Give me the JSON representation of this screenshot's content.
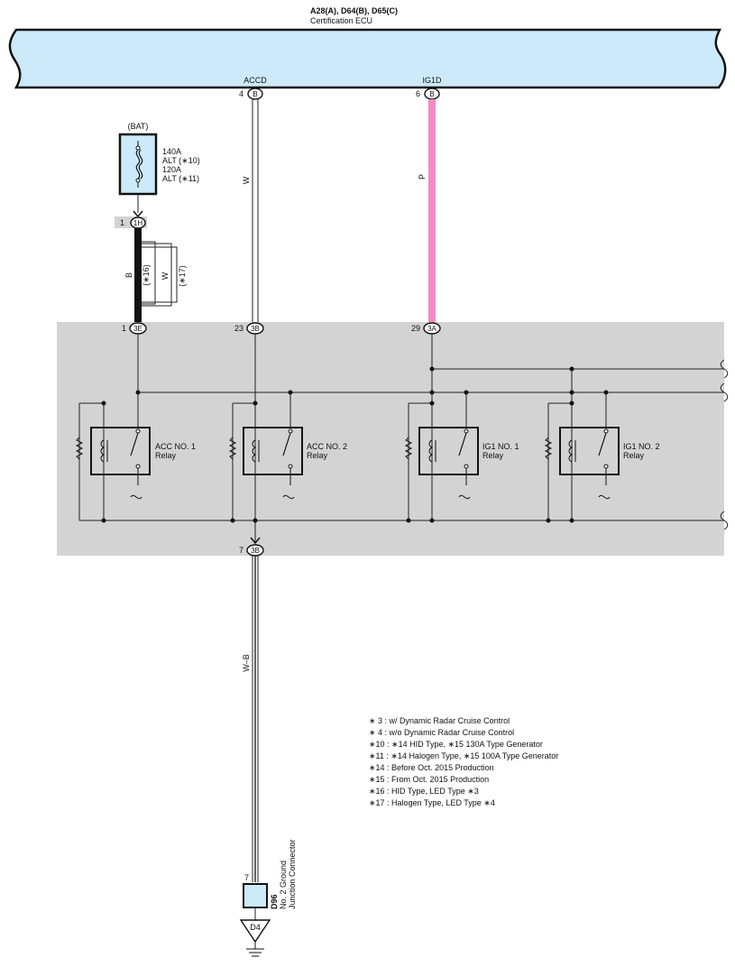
{
  "header": {
    "connectors": "A28(A), D64(B), D65(C)",
    "component": "Certification ECU"
  },
  "terminals": {
    "accd": "ACCD",
    "ig1d": "IG1D"
  },
  "colors": {
    "ecu_fill": "#cdeafb",
    "junction_block": "#d3d3d3",
    "pink_wire": "#f38bc4",
    "black_wire": "#111111",
    "fuse_fill": "#cdeafb"
  },
  "fuse": {
    "source": "(BAT)",
    "line1": "140A",
    "line2": "ALT (∗10)",
    "line3": "120A",
    "line4": "ALT (∗11)"
  },
  "pins": {
    "ecu_accd_num": "4",
    "ecu_accd_conn": "B",
    "ecu_ig1d_num": "6",
    "ecu_ig1d_conn": "B",
    "fuse_out_num": "1",
    "fuse_out_conn": "1H",
    "jb_3e_num": "1",
    "jb_3e_conn": "3E",
    "jb_3b_num": "23",
    "jb_3b_conn": "3B",
    "jb_3a_num": "29",
    "jb_3a_conn": "3A",
    "jb_out_num": "7",
    "jb_out_conn": "3B",
    "junction_num": "7"
  },
  "wires": {
    "accd_color": "W",
    "ig1d_color": "P",
    "bat_color": "B",
    "bat_note_16": "(∗16)",
    "alt_color": "W",
    "alt_note_17": "(∗17)",
    "ground_color": "W–B"
  },
  "relays": [
    {
      "name": "ACC NO. 1",
      "type": "Relay"
    },
    {
      "name": "ACC NO. 2",
      "type": "Relay"
    },
    {
      "name": "IG1 NO. 1",
      "type": "Relay"
    },
    {
      "name": "IG1 NO. 2",
      "type": "Relay"
    }
  ],
  "ground_junction": {
    "code": "D96",
    "name_line1": "No. 2 Ground",
    "name_line2": "Junction Connector",
    "ground_point": "D4"
  },
  "notes": [
    "∗ 3 : w/ Dynamic Radar Cruise Control",
    "∗ 4 : w/o Dynamic Radar Cruise Control",
    "∗10 : ∗14 HID Type,  ∗15 130A Type Generator",
    "∗11 : ∗14 Halogen Type,  ∗15 100A Type Generator",
    "∗14 : Before Oct.  2015 Production",
    "∗15 : From Oct.  2015 Production",
    "∗16 : HID Type,  LED Type ∗3",
    "∗17 : Halogen Type,  LED Type ∗4"
  ]
}
